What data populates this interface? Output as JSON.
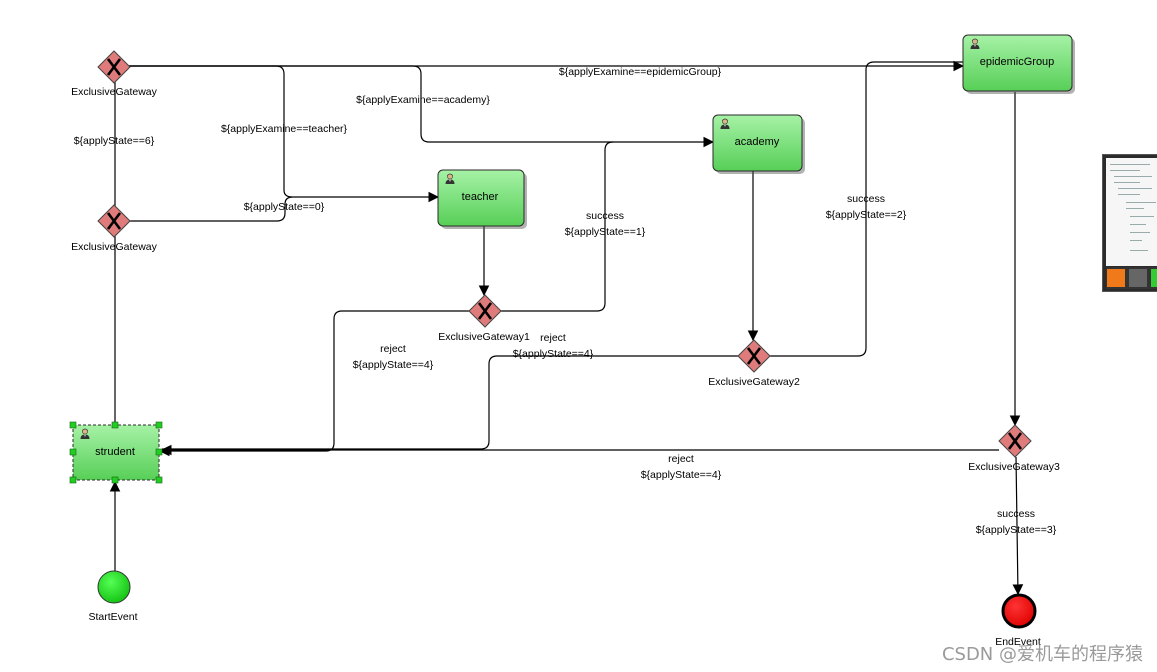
{
  "diagram": {
    "nodes": {
      "start_event": "StartEvent",
      "end_event": "EndEvent",
      "student": "strudent",
      "teacher": "teacher",
      "academy": "academy",
      "epidemic_group": "epidemicGroup",
      "gateway_top": "ExclusiveGateway",
      "gateway_mid": "ExclusiveGateway",
      "gateway1": "ExclusiveGateway1",
      "gateway2": "ExclusiveGateway2",
      "gateway3": "ExclusiveGateway3"
    },
    "flows": {
      "examine_epidemic": "${applyExamine==epidemicGroup}",
      "examine_academy": "${applyExamine==academy}",
      "examine_teacher": "${applyExamine==teacher}",
      "state6": "${applyState==6}",
      "state0": "${applyState==0}",
      "gw1_success": "success",
      "gw1_success_cond": "${applyState==1}",
      "gw1_reject": "reject",
      "gw1_reject_cond": "${applyState==4}",
      "gw2_success": "success",
      "gw2_success_cond": "${applyState==2}",
      "gw2_reject": "reject",
      "gw2_reject_cond": "${applyState==4}",
      "gw3_reject": "reject",
      "gw3_reject_cond": "${applyState==4}",
      "gw3_success": "success",
      "gw3_success_cond": "${applyState==3}"
    },
    "colors": {
      "task_fill_top": "#9ef09e",
      "task_fill_bottom": "#5cd65c",
      "gateway_fill": "#e07b7b",
      "start_fill": "#22dd22",
      "end_fill": "#ee0000",
      "selection_handle": "#22cc22"
    }
  },
  "watermark": "CSDN @爱机车的程序猿"
}
